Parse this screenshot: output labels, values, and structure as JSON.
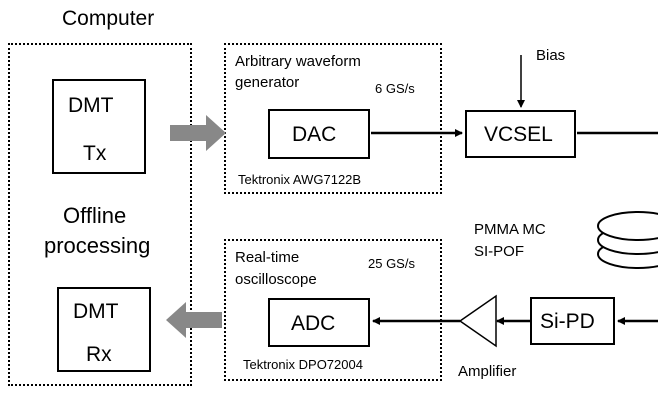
{
  "computer": {
    "title": "Computer",
    "offline_line1": "Offline",
    "offline_line2": "processing",
    "dmt_tx": {
      "line1": "DMT",
      "line2": "Tx"
    },
    "dmt_rx": {
      "line1": "DMT",
      "line2": "Rx"
    }
  },
  "awg": {
    "title_line1": "Arbitrary waveform",
    "title_line2": "generator",
    "rate": "6 GS/s",
    "model": "Tektronix AWG7122B",
    "dac_label": "DAC"
  },
  "scope": {
    "title_line1": "Real-time",
    "title_line2": "oscilloscope",
    "rate": "25 GS/s",
    "model": "Tektronix DPO72004",
    "adc_label": "ADC"
  },
  "vcsel": {
    "label": "VCSEL",
    "bias": "Bias"
  },
  "fiber": {
    "line1": "PMMA MC",
    "line2": "SI-POF"
  },
  "sipd": {
    "label": "Si-PD"
  },
  "amplifier": {
    "label": "Amplifier"
  },
  "colors": {
    "arrow_fill": "#888888",
    "line": "#000000"
  }
}
